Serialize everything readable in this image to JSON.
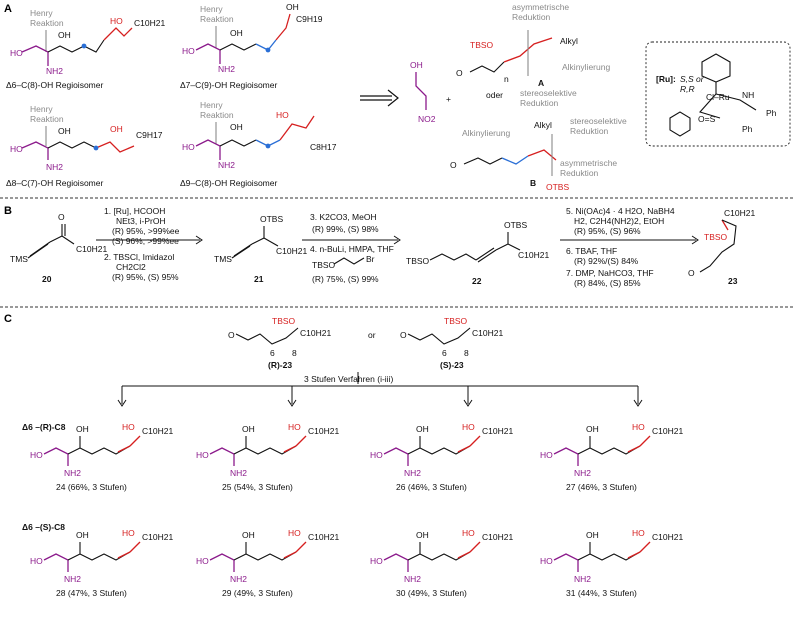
{
  "sections": {
    "A": "A",
    "B": "B",
    "C": "C"
  },
  "partA": {
    "henry": "Henry\nReaktion",
    "c10": "C10H21",
    "c9": "C9H19",
    "c9b": "C9H17",
    "c8": "C8H17",
    "iso6": "Δ6–C(8)-OH Regioisomer",
    "iso7": "Δ7–C(9)-OH Regioisomer",
    "iso8": "Δ8–C(7)-OH Regioisomer",
    "iso9": "Δ9–C(8)-OH Regioisomer",
    "no2": "NO2",
    "oh": "OH",
    "plus": "+",
    "oder": "oder",
    "asymRed": "asymmetrische\nReduktion",
    "alkyl": "Alkyl",
    "alkin": "Alkinylierung",
    "stereo": "stereoselektive\nReduktion",
    "tbs": "TBSO",
    "otbs": "OTBS",
    "A": "A",
    "B": "B",
    "ru": "[Ru]: S,S or\nR,R"
  },
  "partB": {
    "c20": "20",
    "c21": "21",
    "c22": "22",
    "c23": "23",
    "step1": [
      "1. [Ru], HCOOH",
      "NEt3, i-PrOH",
      "(R) 95%, >99%ee",
      "(S) 96%, >99%ee"
    ],
    "step2": [
      "2. TBSCl, Imidazol",
      "CH2Cl2",
      "(R) 95%, (S) 95%"
    ],
    "step3": [
      "3. K2CO3, MeOH",
      "(R) 99%, (S) 98%"
    ],
    "step4": [
      "4. n-BuLi, HMPA, THF"
    ],
    "step4b": "TBSO",
    "step4c": "Br",
    "step4y": "(R) 75%, (S) 99%",
    "step5": [
      "5. Ni(OAc)4 · 4 H2O, NaBH4",
      "H2, C2H4(NH2)2, EtOH",
      "(R) 95%, (S) 96%"
    ],
    "step6": [
      "6. TBAF, THF",
      "(R) 92%/(S) 84%",
      "7. DMP, NaHCO3, THF",
      "(R) 84%, (S) 85%"
    ]
  },
  "partC": {
    "r23": "(R)-23",
    "or": "or",
    "s23": "(S)-23",
    "verfahren": "3 Stufen Verfahren (i-iii)",
    "rowR": "Δ6 –(R)-C8",
    "rowS": "Δ6 –(S)-C8",
    "productsR": [
      "24 (66%, 3 Stufen)",
      "25 (54%, 3 Stufen)",
      "26 (46%, 3 Stufen)",
      "27 (46%, 3 Stufen)"
    ],
    "productsS": [
      "28 (47%, 3 Stufen)",
      "29 (49%, 3 Stufen)",
      "30 (49%, 3 Stufen)",
      "31 (44%, 3 Stufen)"
    ]
  }
}
